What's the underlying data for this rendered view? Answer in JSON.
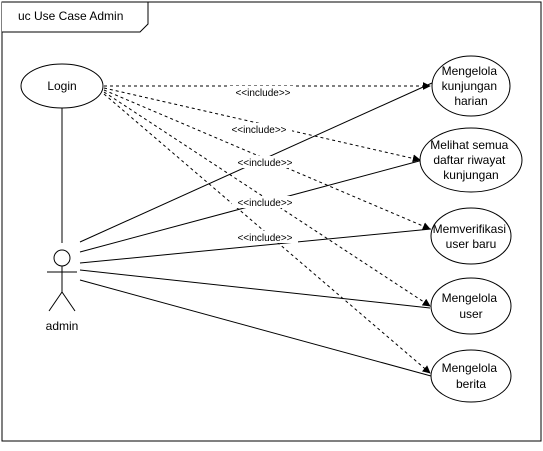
{
  "frame": {
    "title": "uc Use Case Admin"
  },
  "actor": {
    "name": "admin"
  },
  "use_cases": {
    "login": [
      "Login"
    ],
    "uc1": [
      "Mengelola",
      "kunjungan",
      "harian"
    ],
    "uc2": [
      "Melihat semua",
      "daftar riwayat",
      "kunjungan"
    ],
    "uc3": [
      "Memverifikasi",
      "user baru"
    ],
    "uc4": [
      "Mengelola",
      "user"
    ],
    "uc5": [
      "Mengelola",
      "berita"
    ]
  },
  "include_label": "<<include>>",
  "colors": {
    "stroke": "#000000",
    "fill": "#ffffff"
  }
}
